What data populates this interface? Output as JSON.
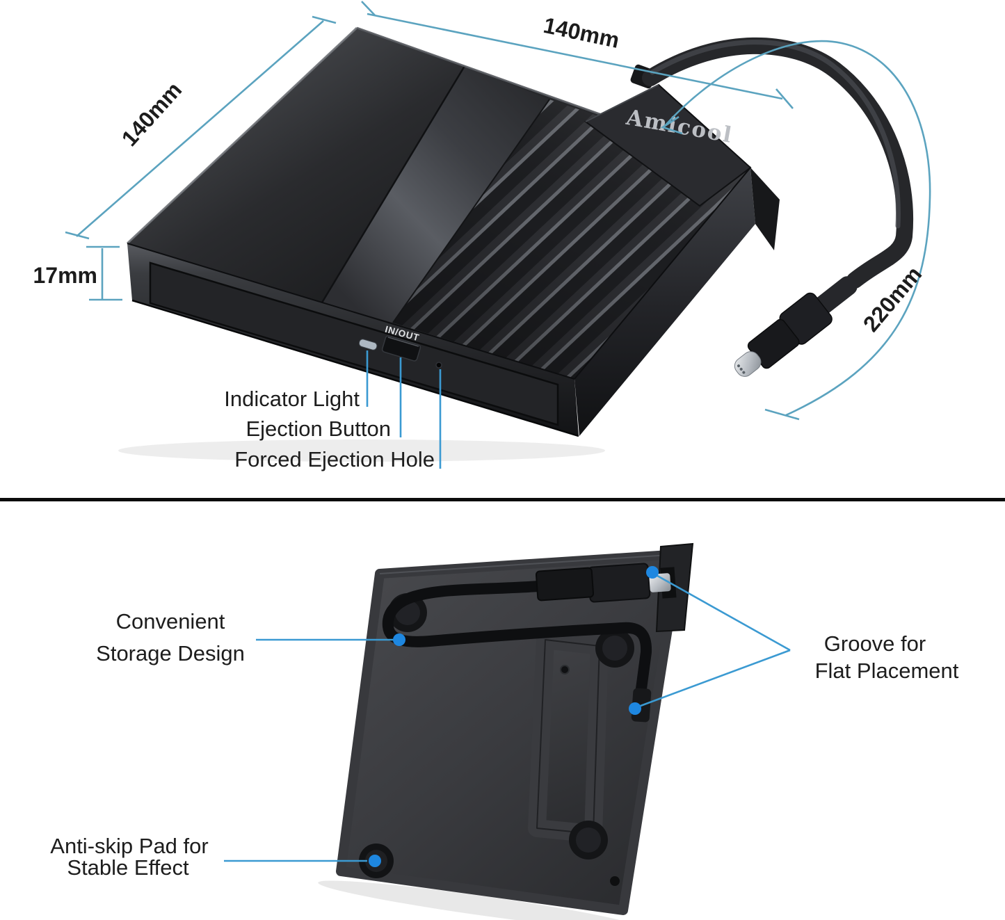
{
  "brand_logo": "Amicool",
  "top_view": {
    "eject_button_label": "IN/OUT",
    "dimensions": {
      "left_width": "140mm",
      "top_width": "140mm",
      "height": "17mm",
      "cable_length": "220mm"
    },
    "callouts": [
      {
        "label": "Indicator Light"
      },
      {
        "label": "Ejection Button"
      },
      {
        "label": "Forced Ejection Hole"
      }
    ]
  },
  "bottom_view": {
    "callouts": {
      "storage": {
        "line1": "Convenient",
        "line2": "Storage Design"
      },
      "groove": {
        "line1": "Groove for",
        "line2": "Flat Placement"
      },
      "anti_skip": {
        "line1": "Anti-skip Pad for",
        "line2": "Stable Effect"
      }
    }
  },
  "colors": {
    "background": "#ffffff",
    "dimension_line": "#5ba3bf",
    "leader_line": "#3b9ad2",
    "marker_dot": "#1e87e0",
    "label_text": "#1d1d1d",
    "divider": "#0c0c0c"
  }
}
